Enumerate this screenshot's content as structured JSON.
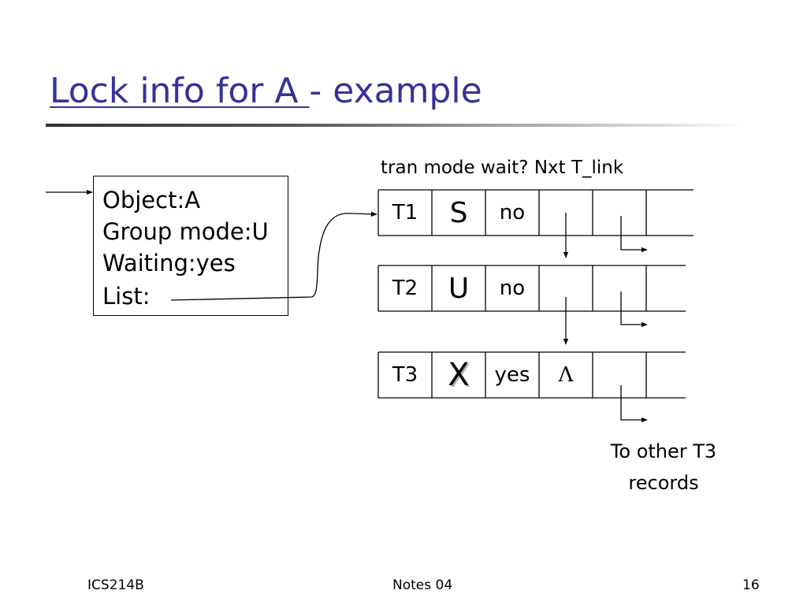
{
  "slide": {
    "title_link": "Lock info for A ",
    "title_rest": "- example"
  },
  "lock_info": {
    "object": "Object:A",
    "group_mode": "Group mode:U",
    "waiting": "Waiting:yes",
    "list": "List:"
  },
  "record_columns": "tran mode wait? Nxt T_link",
  "records": [
    {
      "tran": "T1",
      "mode": "S",
      "wait": "no",
      "nxt": ""
    },
    {
      "tran": "T2",
      "mode": "U",
      "wait": "no",
      "nxt": ""
    },
    {
      "tran": "T3",
      "mode": "X",
      "wait": "yes",
      "nxt": "Λ"
    }
  ],
  "annotation": {
    "line1": "To other T3",
    "line2": "records"
  },
  "footer": {
    "left": "ICS214B",
    "center": "Notes 04",
    "right": "16"
  },
  "colors": {
    "title": "#333399",
    "line": "#000000"
  }
}
